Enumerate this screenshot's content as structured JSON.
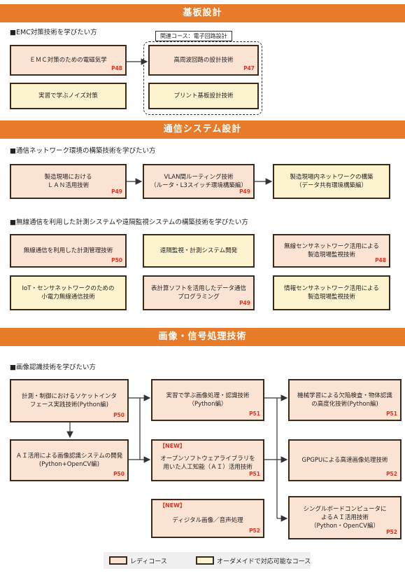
{
  "sections": {
    "board": {
      "title": "基板設計",
      "heading": "■EMC対策技術を学びたい方",
      "related": "関連コース：電子回路設計"
    },
    "comm": {
      "title": "通信システム設計",
      "heading1": "■通信ネットワーク環境の構築技術を学びたい方",
      "heading2": "■無線通信を利用した計測システムや遠隔監視システムの構築技術を学びたい方"
    },
    "image": {
      "title": "画像・信号処理技術",
      "heading": "■画像認識技術を学びたい方"
    }
  },
  "boxes": {
    "emc": {
      "label": "ＥＭＣ対策のための電磁気学",
      "page": "P48"
    },
    "hf": {
      "label": "高周波回路の設計技術",
      "page": "P47"
    },
    "noise": {
      "label": "実習で学ぶノイズ対策",
      "page": ""
    },
    "pcb": {
      "label": "プリント基板設計技術",
      "page": ""
    },
    "lan": {
      "label": "製造現場における\nＬＡＮ活用技術",
      "page": "P49"
    },
    "vlan": {
      "label": "VLAN間ルーティング技術\n（ルータ・L3スイッチ環境構築編）",
      "page": "P49"
    },
    "factorynet": {
      "label": "製造現場内ネットワークの構築\n（データ共有環境構築編）",
      "page": ""
    },
    "wireless": {
      "label": "無線通信を利用した計測管理技術",
      "page": "P50"
    },
    "remote": {
      "label": "遠隔監視・計測システム開発",
      "page": ""
    },
    "wsn": {
      "label": "無線センサネットワーク活用による\n製造現場監視技術",
      "page": "P48"
    },
    "iot": {
      "label": "IoT・センサネットワークのための\n小電力無線通信技術",
      "page": ""
    },
    "spreadsheet": {
      "label": "表計算ソフトを活用したデータ通信\nプログラミング",
      "page": "P49"
    },
    "infosensor": {
      "label": "情報センサネットワーク活用による\n製造現場監視技術",
      "page": ""
    },
    "socket": {
      "label": "計測・制御におけるソケットインタ\nフェース実践技術(Python編)",
      "page": "P50"
    },
    "imgproc": {
      "label": "実習で学ぶ画像処理・認識技術\n（Python編）",
      "page": "P51"
    },
    "ml": {
      "label": "機械学習による欠陥検査・物体認識\nの高度化技術(Python編)",
      "page": "P51"
    },
    "ai_img": {
      "label": "ＡＩ活用による画像認識システムの開発\n(Python+OpenCV編)",
      "page": "P50"
    },
    "oss_ai": {
      "new": "【NEW】",
      "label": "オープンソフトウェアライブラリを\n用いた人工知能（ＡＩ）活用技術",
      "page": "P51"
    },
    "gpgpu": {
      "label": "GPGPUによる高速画像処理技術",
      "page": "P52"
    },
    "digital": {
      "new": "【NEW】",
      "label": "ディジタル画像／音声処理",
      "page": "P52"
    },
    "sbc": {
      "label": "シングルボードコンピュータに\nよるＡＩ活用技術\n（Python・OpenCV編）",
      "page": "P52"
    }
  },
  "legend": {
    "ready": "レディコース",
    "order": "オーダメイドで対応可能なコース"
  },
  "colors": {
    "band": "#e87b2a",
    "ready_fill": "#fbe3d4",
    "order_fill": "#fdf3cf",
    "page_text": "#e0301e"
  }
}
